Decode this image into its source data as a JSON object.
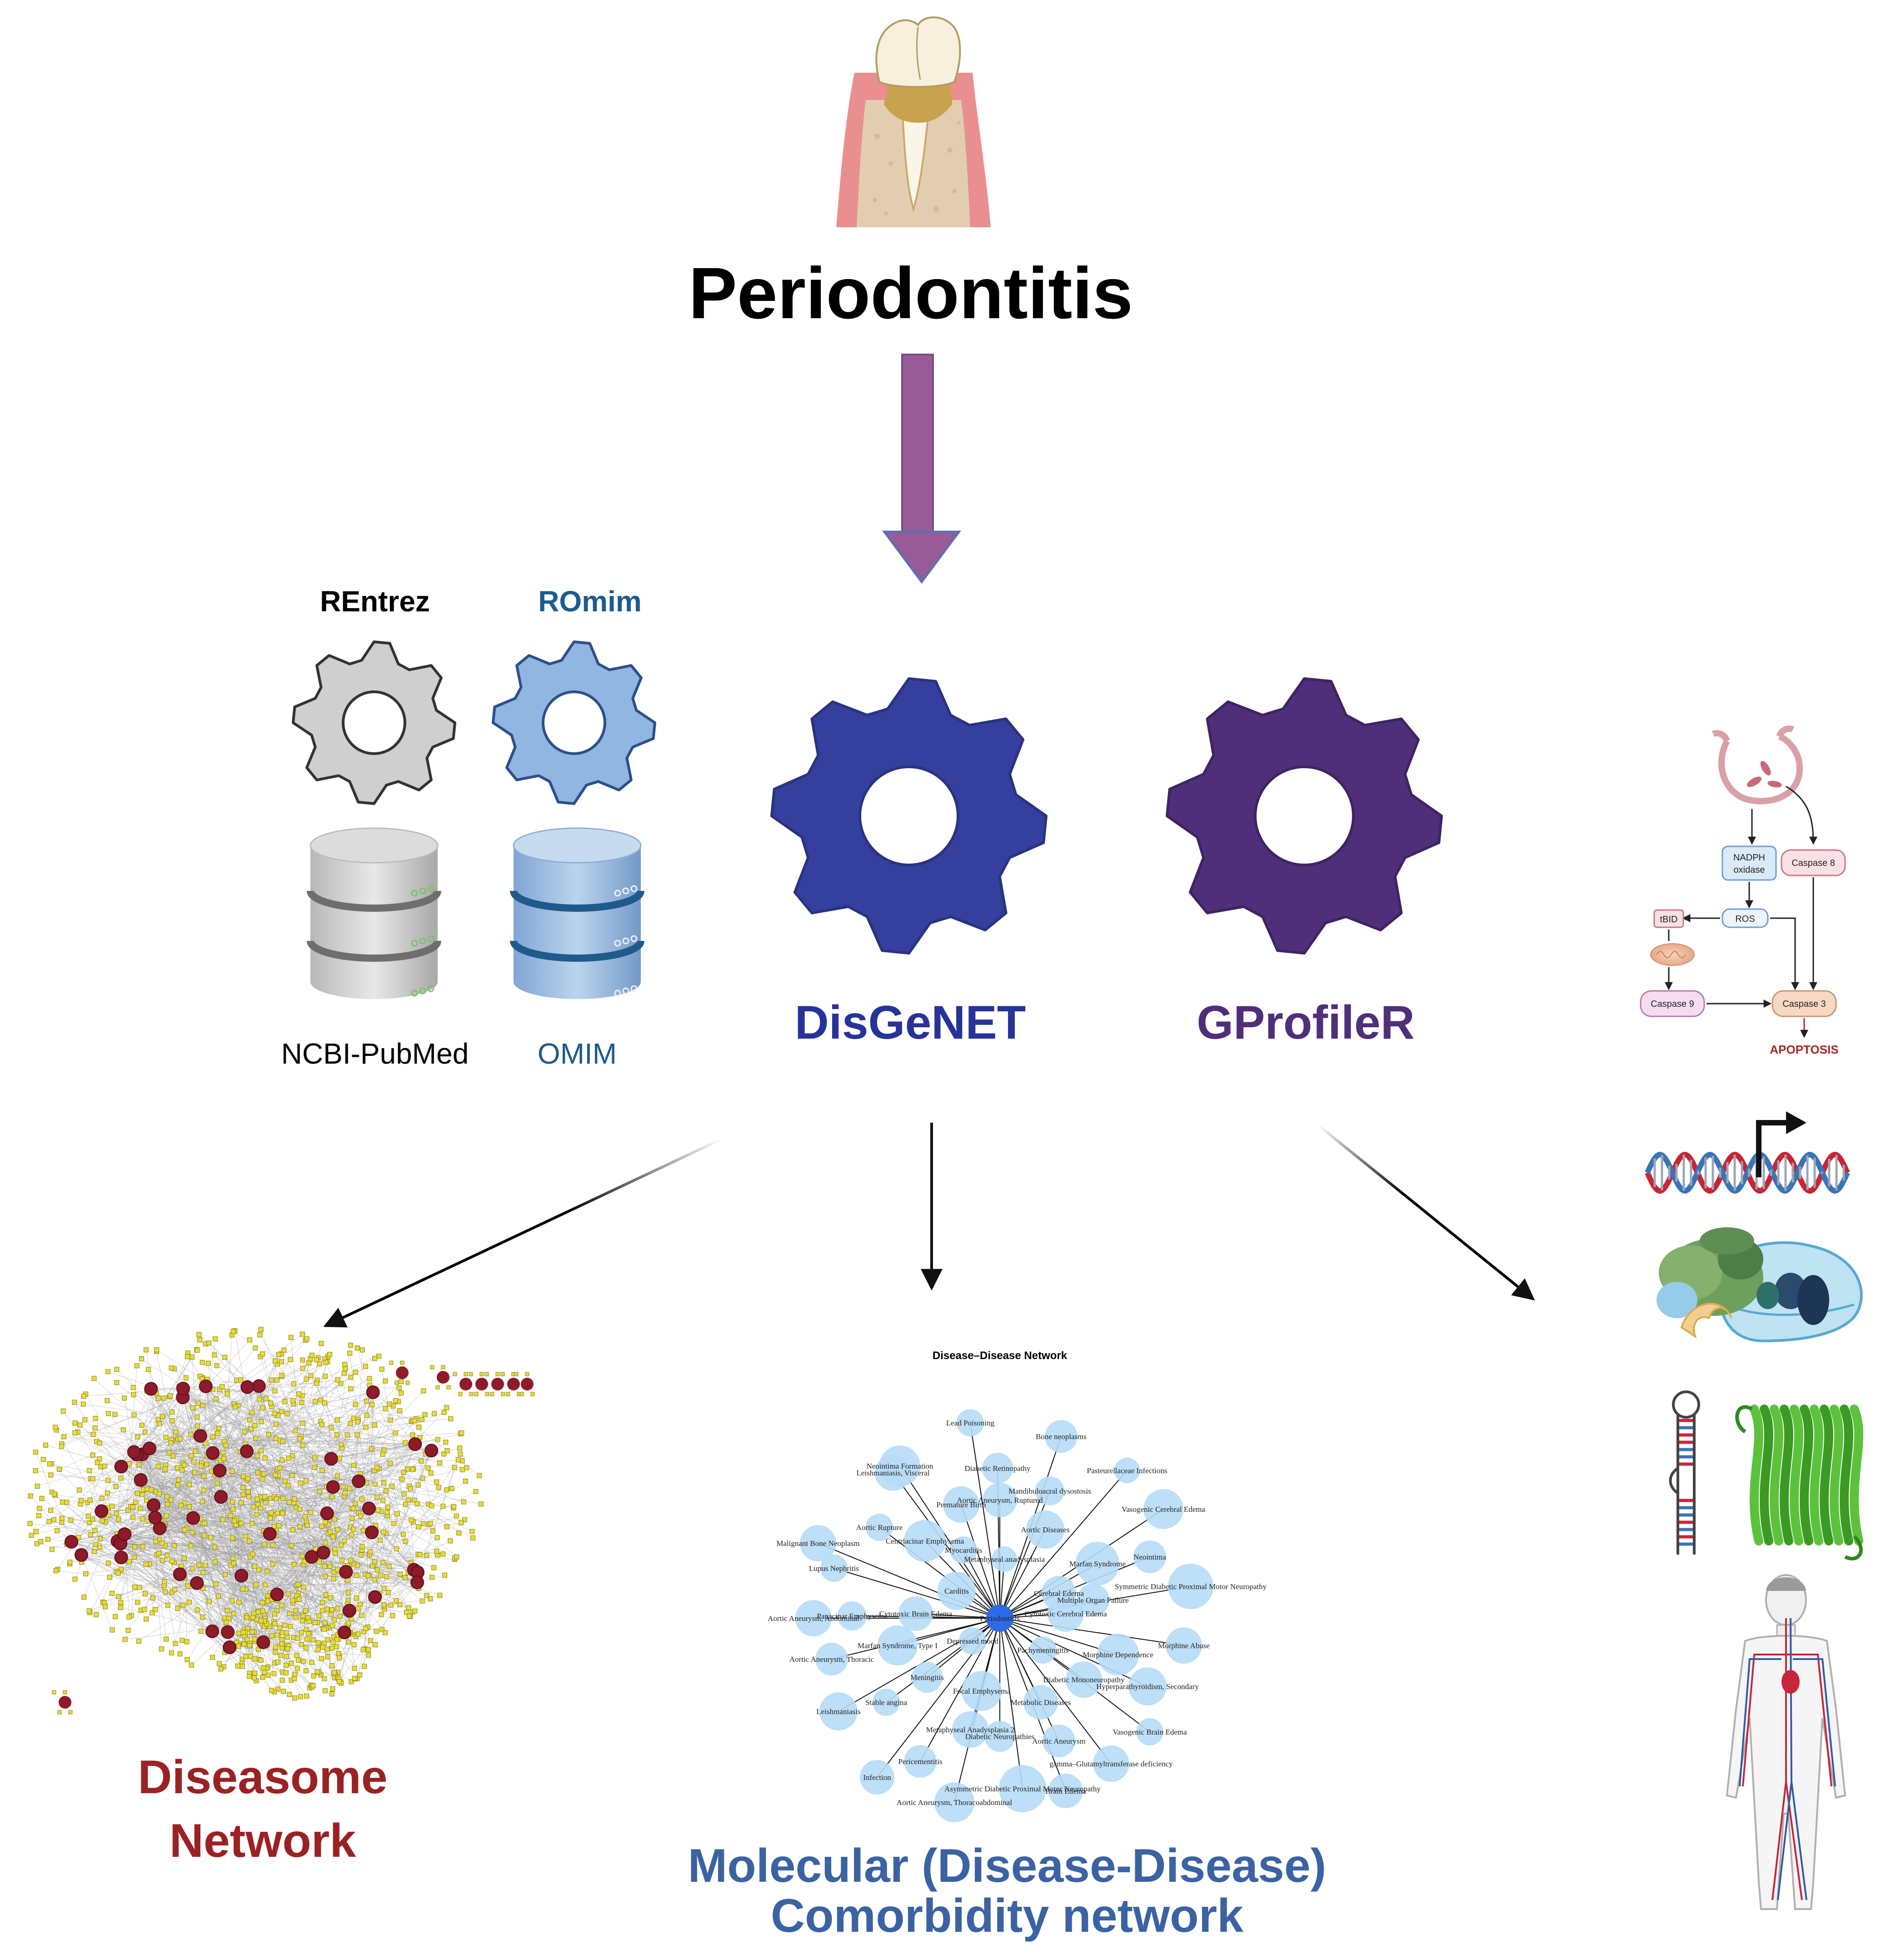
{
  "title": "Periodontitis",
  "tools": {
    "rentrez": "REntrez",
    "romim": "ROmim",
    "disgenet": "DisGeNET",
    "gprofiler": "GProfileR"
  },
  "databases": {
    "ncbi": "NCBI-PubMed",
    "omim": "OMIM"
  },
  "outputs": {
    "diseasome_line1": "Diseasome",
    "diseasome_line2": "Network",
    "comorbidity_line1": "Molecular (Disease-Disease)",
    "comorbidity_line2": "Comorbidity network"
  },
  "network": {
    "title": "Disease–Disease Network",
    "center": "Periodontitis",
    "nodes": [
      "Lead Poisoning",
      "Bone neoplasms",
      "Neointima Formation",
      "Leishmaniasis, Visceral",
      "Diabetic Retinopathy",
      "Pasteurellaceae Infections",
      "Mandibuloacral dysostosis",
      "Aortic Aneurysm, Ruptured",
      "Premature Birth",
      "Vasogenic Cerebral Edema",
      "Aortic Rupture",
      "Aortic Diseases",
      "Malignant Bone Neoplasm",
      "Centriacinar Emphysema",
      "Myocarditis",
      "Metaphyseal anadysplasia",
      "Marfan Syndrome",
      "Neointima",
      "Lupus Nephritis",
      "Symmetric Diabetic Proximal Motor Neuropathy",
      "Carditis",
      "Cerebral Edema",
      "Multiple Organ Failure",
      "Panacinar Emphysema",
      "Cytotoxic Brain Edema",
      "Cytotoxic Cerebral Edema",
      "Aortic Aneurysm, Abdominal",
      "Depressed mood",
      "Morphine Abuse",
      "Marfan Syndrome, Type I",
      "Pachymeningitis",
      "Morphine Dependence",
      "Aortic Aneurysm, Thoracic",
      "Meningitis",
      "Diabetic Mononeuropathy",
      "Hyperparathyroidism, Secondary",
      "Focal Emphysema",
      "Stable angina",
      "Metabolic Diseases",
      "Leishmaniasis",
      "Metaphyseal Anadysplasia 2",
      "Diabetic Neuropathies",
      "Aortic Aneurysm",
      "Vasogenic Brain Edema",
      "Pericementitis",
      "gamma–Glutamyltransferase deficiency",
      "Infection",
      "Asymmetric Diabetic Proximal Motor Neuropathy",
      "Brain Edema",
      "Aortic Aneurysm, Thoracoabdominal"
    ]
  },
  "pathway": {
    "nadph": "NADPH oxidase",
    "caspase8": "Caspase 8",
    "tbid": "tBID",
    "ros": "ROS",
    "caspase9": "Caspase 9",
    "caspase3": "Caspase 3",
    "apoptosis": "APOPTOSIS"
  },
  "colors": {
    "disgenet": "#353f9e",
    "gprofiler": "#4f2f7a",
    "romim": "#1f5a8c",
    "diseasome": "#9b2224",
    "comorbidity": "#3b63a3",
    "arrow_purple": "#985b98",
    "node_blue": "#b6dcf7",
    "hub_blue": "#2d6be6",
    "gear_grey": "#cfcfcf",
    "gear_lightblue": "#91b6df"
  }
}
